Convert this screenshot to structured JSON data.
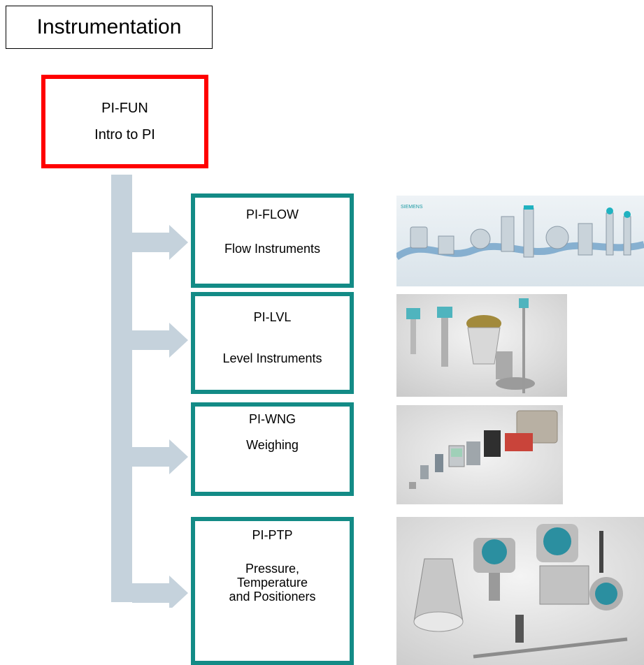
{
  "title": "Instrumentation",
  "intro": {
    "code": "PI-FUN",
    "name": "Intro to PI"
  },
  "courses": [
    {
      "code": "PI-FLOW",
      "name": "Flow Instruments"
    },
    {
      "code": "PI-LVL",
      "name": "Level Instruments"
    },
    {
      "code": "PI-WNG",
      "name": "Weighing"
    },
    {
      "code": "PI-PTP",
      "name_lines": [
        "Pressure,",
        "Temperature",
        "and Positioners"
      ]
    }
  ],
  "photo_flow_brand": "SIEMENS",
  "colors": {
    "intro_border": "#ff0000",
    "course_border": "#138b86",
    "connector": "#c5d2dc"
  }
}
